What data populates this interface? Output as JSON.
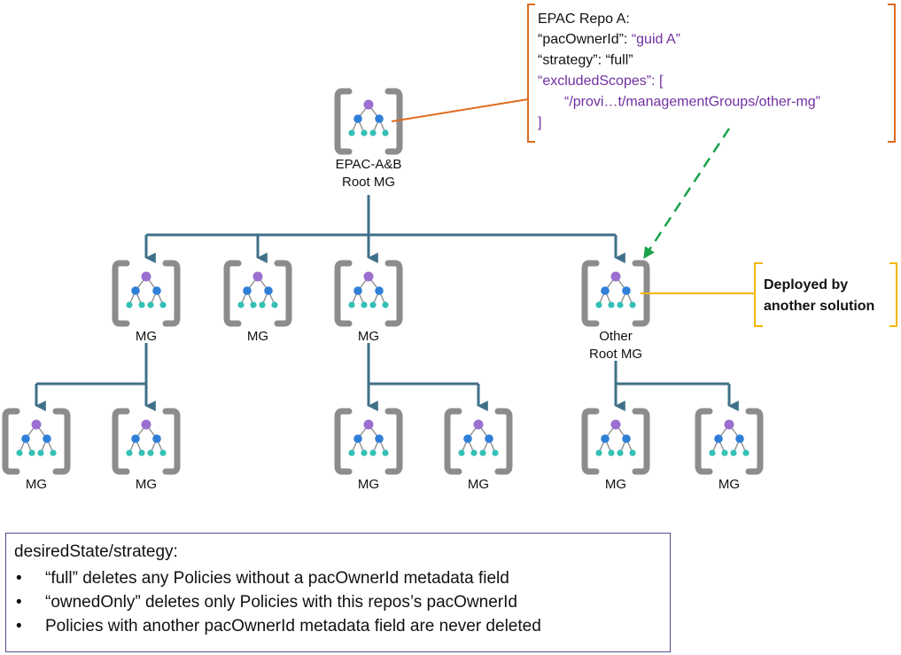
{
  "nodes": [
    {
      "id": "root",
      "label_lines": [
        "EPAC-A&B",
        "Root MG"
      ]
    },
    {
      "id": "mg1",
      "label_lines": [
        "MG"
      ]
    },
    {
      "id": "mg2",
      "label_lines": [
        "MG"
      ]
    },
    {
      "id": "mg3",
      "label_lines": [
        "MG"
      ]
    },
    {
      "id": "other",
      "label_lines": [
        "Other",
        "Root MG"
      ]
    },
    {
      "id": "mg1a",
      "label_lines": [
        "MG"
      ]
    },
    {
      "id": "mg1b",
      "label_lines": [
        "MG"
      ]
    },
    {
      "id": "mg3a",
      "label_lines": [
        "MG"
      ]
    },
    {
      "id": "mg3b",
      "label_lines": [
        "MG"
      ]
    },
    {
      "id": "otherA",
      "label_lines": [
        "MG"
      ]
    },
    {
      "id": "otherB",
      "label_lines": [
        "MG"
      ]
    }
  ],
  "edges": [
    [
      "root",
      "mg1"
    ],
    [
      "root",
      "mg2"
    ],
    [
      "root",
      "mg3"
    ],
    [
      "root",
      "other"
    ],
    [
      "mg1",
      "mg1a"
    ],
    [
      "mg1",
      "mg1b"
    ],
    [
      "mg3",
      "mg3a"
    ],
    [
      "mg3",
      "mg3b"
    ],
    [
      "other",
      "otherA"
    ],
    [
      "other",
      "otherB"
    ]
  ],
  "repo_callout": {
    "title": "EPAC Repo A:",
    "lines": [
      {
        "parts": [
          {
            "text": "“pacOwnerId”: ",
            "color": "black"
          },
          {
            "text": "“guid A”",
            "color": "purple"
          }
        ]
      },
      {
        "parts": [
          {
            "text": "“strategy”: “full”",
            "color": "black"
          }
        ]
      },
      {
        "parts": [
          {
            "text": "“excludedScopes”: [",
            "color": "purple"
          }
        ]
      },
      {
        "parts": [
          {
            "text": "“/provi…t/managementGroups/other-mg”",
            "color": "purple"
          }
        ],
        "indent": true
      },
      {
        "parts": [
          {
            "text": "]",
            "color": "purple"
          }
        ]
      }
    ]
  },
  "deployed_note": {
    "lines": [
      "Deployed by",
      "another solution"
    ]
  },
  "legend": {
    "title": "desiredState/strategy:",
    "bullet": "•",
    "items": [
      "“full” deletes any Policies without a pacOwnerId metadata field",
      "“ownedOnly” deletes only Policies with this repos’s pacOwnerId",
      "Policies with another pacOwnerId metadata field are never deleted"
    ]
  },
  "colors": {
    "tree_line": "#3f7089",
    "bracket_gray": "#8c8c8c",
    "node_top": "#9b6fd0",
    "node_mid": "#2f7fd8",
    "node_leaf": "#35c0b5",
    "callout_border": "#e06c1f",
    "dashed_arrow": "#1aa34a",
    "note_border": "#f2b705",
    "purple_text": "#7030a0",
    "legend_border": "#5b4a8c"
  },
  "icons": {
    "mg": "management-group-icon",
    "arrow": "arrowhead-icon"
  }
}
